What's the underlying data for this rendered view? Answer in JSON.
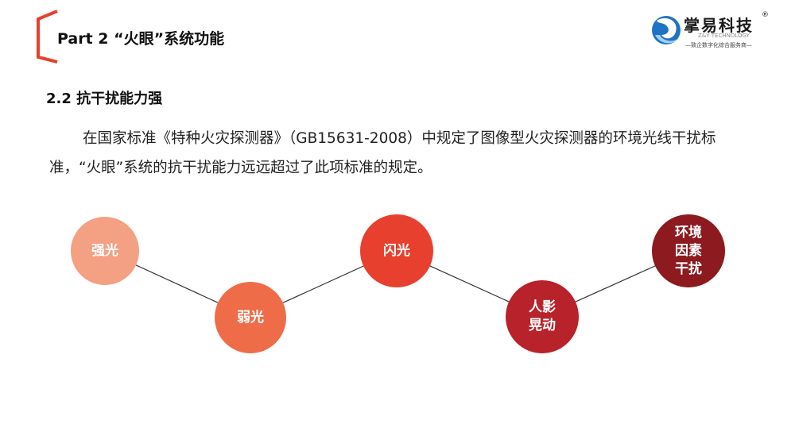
{
  "header": {
    "title": "Part 2  “火眼”系统功能"
  },
  "logo": {
    "name": "掌易科技",
    "registered_mark": "®",
    "english": "Z&Y TECHNOLOGY",
    "slogan": "—致企数字化综合服务商—"
  },
  "section": {
    "heading": "2.2  抗干扰能力强",
    "paragraph": "在国家标准《特种火灾探测器》（GB15631-2008）中规定了图像型火灾探测器的环境光线干扰标准，“火眼”系统的抗干扰能力远远超过了此项标准的规定。"
  },
  "diagram": {
    "nodes": [
      {
        "label": "强光",
        "color": "#f3a083"
      },
      {
        "label": "弱光",
        "color": "#ef6c48"
      },
      {
        "label": "闪光",
        "color": "#e8402e"
      },
      {
        "label": "人影晃动",
        "color": "#b8222a"
      },
      {
        "label": "环境因素干扰",
        "color": "#8c1a1e"
      }
    ],
    "line_color": "#333333"
  },
  "colors": {
    "accent": "#e8402e",
    "logo_blue": "#1f73c4"
  }
}
